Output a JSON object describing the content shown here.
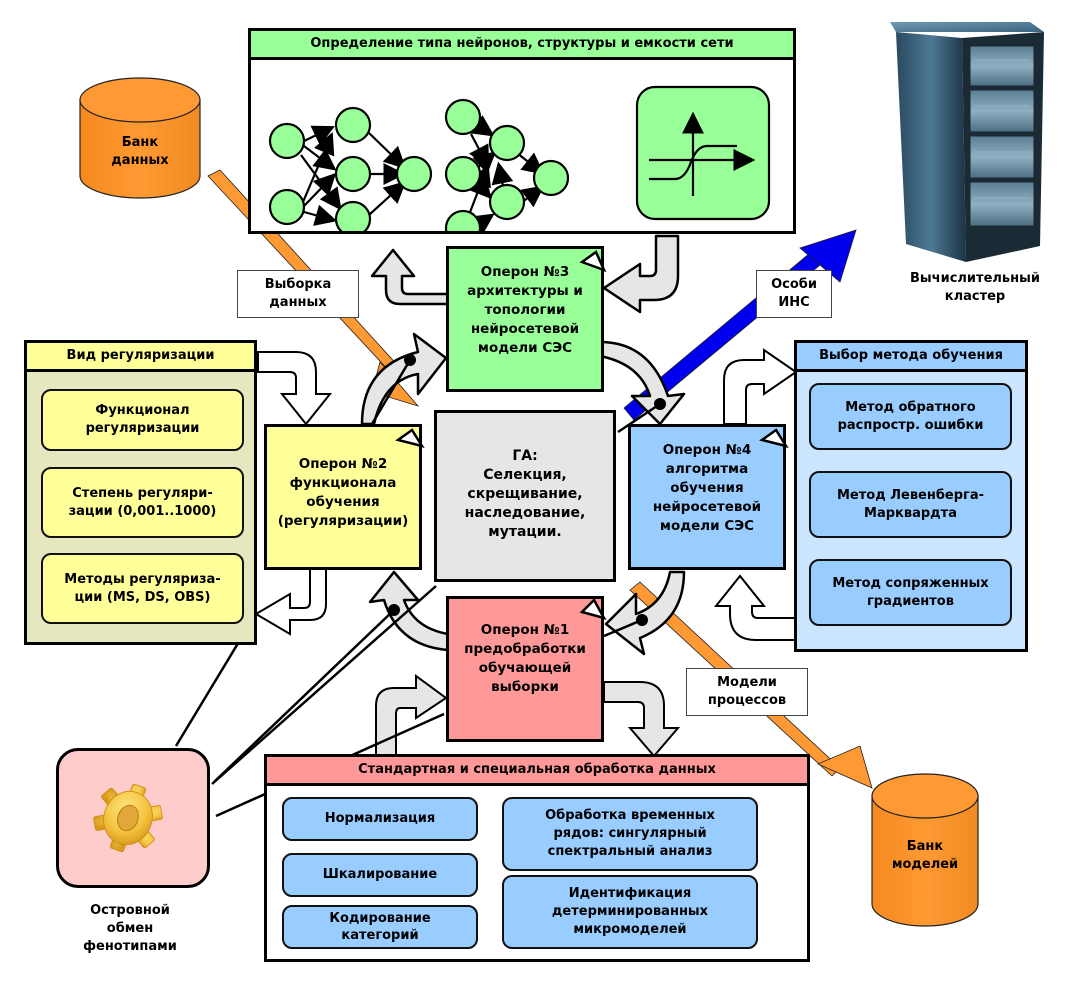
{
  "colors": {
    "green": "#99ff99",
    "yellow": "#ffff99",
    "yellow_panel": "#e6e6bf",
    "blue": "#99ccff",
    "blue_panel": "#cce5ff",
    "pink": "#ff9999",
    "pink_light": "#ffcccc",
    "gray": "#e6e6e6",
    "orange": "#ff9933",
    "arrow_blue": "#0000ee"
  },
  "network_panel": {
    "title": "Определение типа нейронов, структуры и емкости сети",
    "icons": [
      "feedforward-network-icon",
      "recurrent-network-icon",
      "activation-function-icon"
    ]
  },
  "data_bank": {
    "lines": [
      "Банк",
      "данных"
    ]
  },
  "model_bank": {
    "lines": [
      "Банк",
      "моделей"
    ]
  },
  "cluster": {
    "icon": "server-rack-icon",
    "lines": [
      "Вычислительный",
      "кластер"
    ]
  },
  "labels": {
    "data_sample": [
      "Выборка",
      "данных"
    ],
    "ann_individuals": [
      "Особи",
      "ИНС"
    ],
    "process_models": [
      "Модели",
      "процессов"
    ]
  },
  "regularization_panel": {
    "title": "Вид регуляризации",
    "items": [
      {
        "lines": [
          "Функционал",
          "регуляризации"
        ]
      },
      {
        "lines": [
          "Степень регуляри-",
          "зации (0,001..1000)"
        ]
      },
      {
        "lines": [
          "Методы регуляриза-",
          "ции (MS, DS, OBS)"
        ]
      }
    ]
  },
  "training_panel": {
    "title": "Выбор метода обучения",
    "items": [
      {
        "lines": [
          "Метод обратного",
          "распростр. ошибки"
        ]
      },
      {
        "lines": [
          "Метод Левенберга-",
          "Марквардта"
        ]
      },
      {
        "lines": [
          "Метод сопряженных",
          "градиентов"
        ]
      }
    ]
  },
  "operons": {
    "op1": {
      "lines": [
        "Оперон №1",
        "предобработки",
        "обучающей",
        "выборки"
      ]
    },
    "op2": {
      "lines": [
        "Оперон №2",
        "функционала",
        "обучения",
        "(регуляризации)"
      ]
    },
    "op3": {
      "lines": [
        "Оперон №3",
        "архитектуры и",
        "топологии",
        "нейросетевой",
        "модели СЭС"
      ]
    },
    "op4": {
      "lines": [
        "Оперон №4",
        "алгоритма",
        "обучения",
        "нейросетевой",
        "модели СЭС"
      ]
    }
  },
  "ga_box": {
    "lines": [
      "ГА:",
      "Селекция,",
      "скрещивание,",
      "наследование,",
      "мутации."
    ]
  },
  "processing_panel": {
    "title": "Стандартная и специальная обработка данных",
    "left_items": [
      {
        "lines": [
          "Нормализация"
        ]
      },
      {
        "lines": [
          "Шкалирование"
        ]
      },
      {
        "lines": [
          "Кодирование",
          "категорий"
        ]
      }
    ],
    "right_items": [
      {
        "lines": [
          "Обработка временных",
          "рядов: сингулярный",
          "спектральный анализ"
        ]
      },
      {
        "lines": [
          "Идентификация",
          "детерминированных",
          "микромоделей"
        ]
      }
    ]
  },
  "island": {
    "icon": "gear-icon",
    "lines": [
      "Островной",
      "обмен",
      "фенотипами"
    ]
  }
}
